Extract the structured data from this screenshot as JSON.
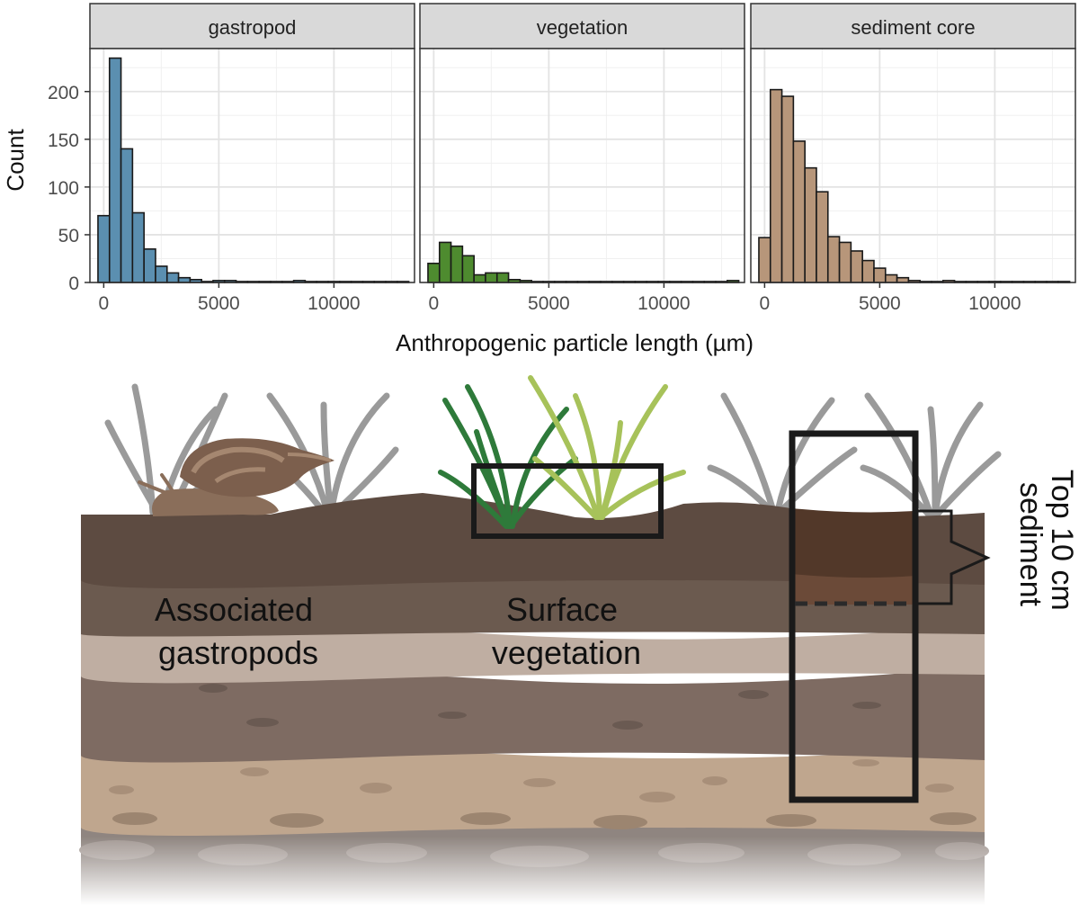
{
  "chart_data": {
    "type": "bar",
    "subtype": "histogram-facets",
    "xlabel": "Anthropogenic particle length (µm)",
    "ylabel": "Count",
    "xlim": [
      -600,
      13500
    ],
    "ylim": [
      0,
      245
    ],
    "x_ticks": [
      0,
      5000,
      10000
    ],
    "x_tick_labels": [
      "0",
      "5000",
      "10000"
    ],
    "y_ticks": [
      0,
      50,
      100,
      150,
      200
    ],
    "y_tick_labels": [
      "0",
      "50",
      "100",
      "150",
      "200"
    ],
    "bin_width": 500,
    "bin_starts": [
      -250,
      250,
      750,
      1250,
      1750,
      2250,
      2750,
      3250,
      3750,
      4250,
      4750,
      5250,
      5750,
      6250,
      6750,
      7250,
      7750,
      8250,
      8750,
      9250,
      9750,
      10250,
      10750,
      11250,
      11750,
      12250,
      12750
    ],
    "grid": true,
    "facets": [
      {
        "name": "gastropod",
        "color": "#5B8FB0",
        "values": [
          70,
          235,
          140,
          73,
          35,
          17,
          10,
          5,
          3,
          1,
          2,
          2,
          1,
          1,
          1,
          1,
          1,
          2,
          1,
          1,
          1,
          1,
          1,
          1,
          1,
          1,
          1
        ]
      },
      {
        "name": "vegetation",
        "color": "#4E8B2F",
        "values": [
          20,
          42,
          38,
          28,
          8,
          10,
          10,
          3,
          2,
          1,
          1,
          1,
          1,
          1,
          1,
          1,
          1,
          1,
          1,
          1,
          1,
          1,
          1,
          1,
          1,
          1,
          2
        ]
      },
      {
        "name": "sediment core",
        "color": "#B7967A",
        "values": [
          47,
          202,
          195,
          148,
          120,
          95,
          48,
          42,
          33,
          23,
          15,
          8,
          5,
          2,
          1,
          1,
          2,
          1,
          1,
          1,
          1,
          1,
          1,
          1,
          1,
          1,
          1
        ]
      }
    ]
  },
  "illustration": {
    "label_gastropods": [
      "Associated",
      "gastropods"
    ],
    "label_vegetation": [
      "Surface",
      "vegetation"
    ],
    "label_sediment": [
      "Top 10 cm",
      "sediment"
    ],
    "colors": {
      "soil_top": "#5D4B41",
      "soil_layer2": "#6B5A4F",
      "soil_light": "#BFAEA2",
      "soil_mid": "#7E6B62",
      "sand": "#BFA68E",
      "rock": "#8F8580",
      "core_fill": "#523829",
      "grass_gray": "#9A9A9A",
      "grass_dark": "#2E7A3A",
      "grass_light": "#A7C25A",
      "snail": "#8A6E5A"
    }
  }
}
